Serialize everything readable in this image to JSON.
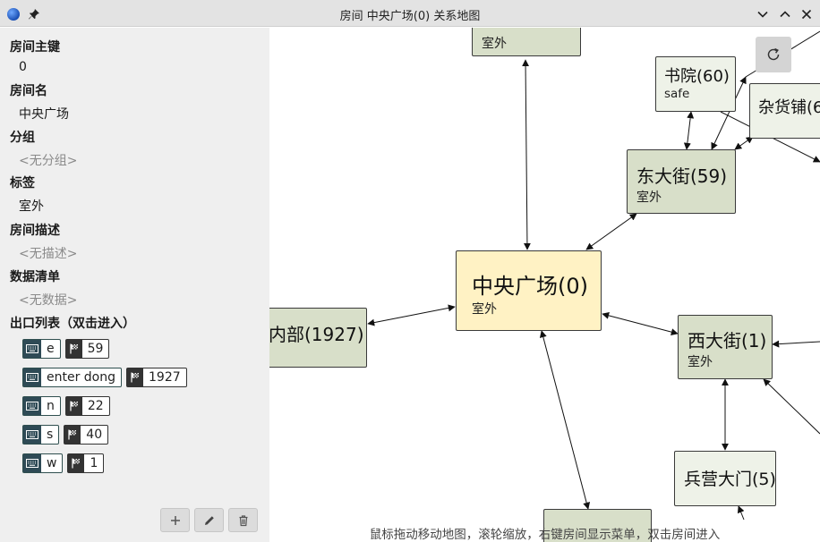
{
  "window": {
    "title": "房间 中央广场(0) 关系地图"
  },
  "sidebar": {
    "key_label": "房间主键",
    "key_value": "0",
    "name_label": "房间名",
    "name_value": "中央广场",
    "group_label": "分组",
    "group_value": "<无分组>",
    "tag_label": "标签",
    "tag_value": "室外",
    "desc_label": "房间描述",
    "desc_value": "<无描述>",
    "data_label": "数据清单",
    "data_value": "<无数据>",
    "exits_label": "出口列表（双击进入）",
    "exits": [
      {
        "command": "e",
        "target": "59"
      },
      {
        "command": "enter dong",
        "target": "1927"
      },
      {
        "command": "n",
        "target": "22"
      },
      {
        "command": "s",
        "target": "40"
      },
      {
        "command": "w",
        "target": "1"
      }
    ]
  },
  "map": {
    "nodes": {
      "north": {
        "name": "",
        "tag": "室外"
      },
      "shuyuan": {
        "name": "书院(60)",
        "tag": "safe"
      },
      "zahuopu": {
        "name": "杂货铺(6",
        "tag": ""
      },
      "dongdajie": {
        "name": "东大街(59)",
        "tag": "室外"
      },
      "center": {
        "name": "中央广场(0)",
        "tag": "室外"
      },
      "neibu": {
        "name": "内部(1927)",
        "tag": ""
      },
      "xidajie": {
        "name": "西大街(1)",
        "tag": "室外"
      },
      "bingying": {
        "name": "兵营大门(5)",
        "tag": ""
      },
      "south": {
        "name": "",
        "tag": ""
      }
    },
    "hint": "鼠标拖动移动地图，滚轮缩放，右键房间显示菜单，双击房间进入"
  },
  "icons": {
    "app": "app-globe-icon",
    "pin": "pin-icon",
    "minimize": "chevron-down-icon",
    "maximize": "chevron-up-icon",
    "close": "close-icon",
    "keyboard": "keyboard-icon",
    "flag": "flag-icon",
    "add": "plus-icon",
    "edit": "pencil-icon",
    "delete": "trash-icon",
    "refresh": "refresh-icon"
  },
  "colors": {
    "node_default": "#d8dfc9",
    "node_light": "#eef2e8",
    "node_current": "#fff2c4",
    "sidebar_bg": "#efefef",
    "chip_key": "#2e4a55"
  }
}
